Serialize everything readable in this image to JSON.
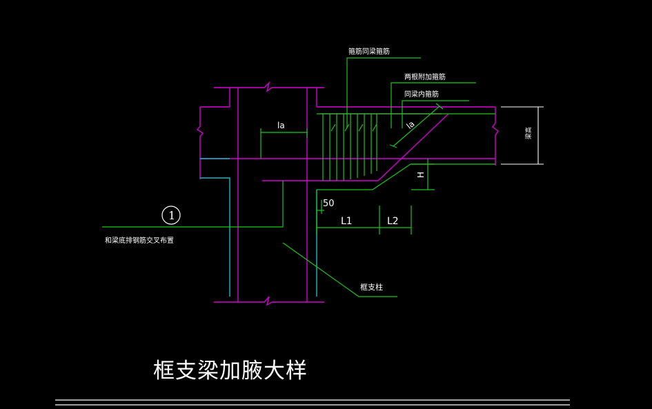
{
  "colors": {
    "background": "#000000",
    "concrete_outline": "#d400d4",
    "column_face": "#19b8c8",
    "rebar_and_leaders": "#18c818",
    "text": "#ffffff"
  },
  "drawing": {
    "title": "框支梁加腋大样",
    "labels": {
      "stirrup_same_as_beam": "箍筋同梁箍筋",
      "two_additional_stirrups": "两根附加箍筋",
      "same_as_beam_inner_stirrup": "同梁内箍筋",
      "column_label": "框支柱",
      "bottom_rebar_note": "和梁底排钢筋交叉布置",
      "beam_height": "梁高"
    },
    "dimensions": {
      "la_left": "la",
      "la_right": "la",
      "fifty": "50",
      "l1": "L1",
      "l2": "L2",
      "h": "H"
    },
    "callout_number": "1"
  }
}
